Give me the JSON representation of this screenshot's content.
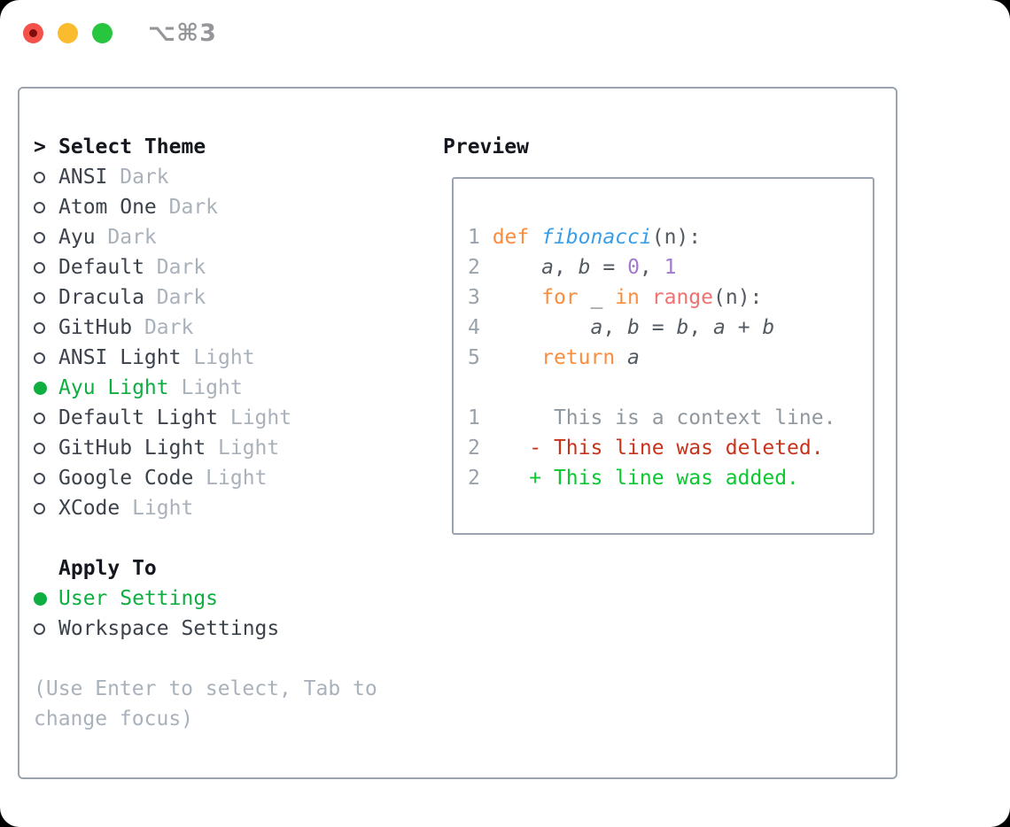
{
  "titlebar": {
    "shortcut": "⌥⌘3",
    "traffic_lights": [
      "close-icon",
      "minimize-icon",
      "zoom-icon"
    ]
  },
  "theme_panel": {
    "header_marker": ">",
    "header_label": "Select Theme",
    "items": [
      {
        "name": "ANSI",
        "variant": "Dark",
        "selected": false
      },
      {
        "name": "Atom One",
        "variant": "Dark",
        "selected": false
      },
      {
        "name": "Ayu",
        "variant": "Dark",
        "selected": false
      },
      {
        "name": "Default",
        "variant": "Dark",
        "selected": false
      },
      {
        "name": "Dracula",
        "variant": "Dark",
        "selected": false
      },
      {
        "name": "GitHub",
        "variant": "Dark",
        "selected": false
      },
      {
        "name": "ANSI Light",
        "variant": "Light",
        "selected": false
      },
      {
        "name": "Ayu Light",
        "variant": "Light",
        "selected": true
      },
      {
        "name": "Default Light",
        "variant": "Light",
        "selected": false
      },
      {
        "name": "GitHub Light",
        "variant": "Light",
        "selected": false
      },
      {
        "name": "Google Code",
        "variant": "Light",
        "selected": false
      },
      {
        "name": "XCode",
        "variant": "Light",
        "selected": false
      }
    ],
    "apply_to_label": "Apply To",
    "apply_options": [
      {
        "label": "User Settings",
        "selected": true
      },
      {
        "label": "Workspace Settings",
        "selected": false
      }
    ],
    "help_lines": [
      "(Use Enter to select, Tab to",
      "change focus)"
    ]
  },
  "preview": {
    "title": "Preview",
    "lines": [
      [
        [
          "1 ",
          "gutter"
        ],
        [
          "def",
          "kw"
        ],
        [
          " ",
          "fg"
        ],
        [
          "fibonacci",
          "fn",
          true
        ],
        [
          "(n):",
          "fg"
        ]
      ],
      [
        [
          "2 ",
          "gutter"
        ],
        [
          "    ",
          "fg"
        ],
        [
          "a",
          "var",
          true
        ],
        [
          ", ",
          "fg"
        ],
        [
          "b",
          "var",
          true
        ],
        [
          " = ",
          "fg"
        ],
        [
          "0",
          "num"
        ],
        [
          ", ",
          "fg"
        ],
        [
          "1",
          "num"
        ]
      ],
      [
        [
          "3 ",
          "gutter"
        ],
        [
          "    ",
          "fg"
        ],
        [
          "for",
          "kw"
        ],
        [
          " _ ",
          "fg"
        ],
        [
          "in",
          "kw"
        ],
        [
          " ",
          "fg"
        ],
        [
          "range",
          "fn2"
        ],
        [
          "(n):",
          "fg"
        ]
      ],
      [
        [
          "4 ",
          "gutter"
        ],
        [
          "        ",
          "fg"
        ],
        [
          "a",
          "var",
          true
        ],
        [
          ", ",
          "fg"
        ],
        [
          "b",
          "var",
          true
        ],
        [
          " = ",
          "fg"
        ],
        [
          "b",
          "var",
          true
        ],
        [
          ", ",
          "fg"
        ],
        [
          "a",
          "var",
          true
        ],
        [
          " + ",
          "fg"
        ],
        [
          "b",
          "var",
          true
        ]
      ],
      [
        [
          "5 ",
          "gutter"
        ],
        [
          "    ",
          "fg"
        ],
        [
          "return",
          "kw"
        ],
        [
          " ",
          "fg"
        ],
        [
          "a",
          "var",
          true
        ]
      ],
      [],
      [
        [
          "1",
          "gutter"
        ],
        [
          "      ",
          "fg"
        ],
        [
          "This is a context line.",
          "ctx"
        ]
      ],
      [
        [
          "2",
          "gutter"
        ],
        [
          "    ",
          "fg"
        ],
        [
          "- This line was deleted.",
          "del"
        ]
      ],
      [
        [
          "2",
          "gutter"
        ],
        [
          "    ",
          "fg"
        ],
        [
          "+ This line was added.",
          "add"
        ]
      ]
    ]
  },
  "palette": {
    "accent_green": "#0FAE41",
    "text_dark": "#14181E",
    "text_item": "#3B424B",
    "text_muted": "#A9B1BB",
    "ring": "#434A53",
    "border": "#9BA4AE",
    "code_fg": "#535A62",
    "gutter": "#99A1AB",
    "keyword": "#FA8D3E",
    "function": "#399EE6",
    "builtin": "#F07171",
    "number": "#A37ACC",
    "context": "#8F979F",
    "deleted": "#C8331B",
    "added": "#0BC831",
    "traffic_red": "#F4514B",
    "traffic_red_dot": "#7F0D09",
    "traffic_yellow": "#FBBB2E",
    "traffic_green": "#28C53E",
    "shortcut_gray": "#95969A"
  }
}
